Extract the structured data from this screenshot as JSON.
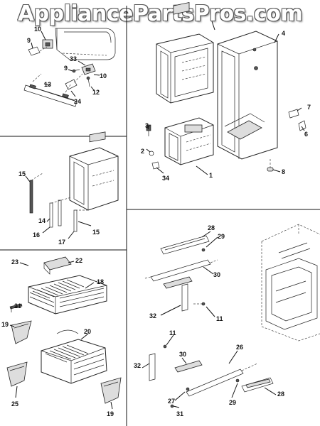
{
  "watermark": "AppliancePartsPros.com",
  "callouts": {
    "s1": [
      "10",
      "9",
      "33",
      "9",
      "10",
      "12",
      "13",
      "24"
    ],
    "s2": [
      "4",
      "3",
      "2",
      "34",
      "1",
      "7",
      "6",
      "8"
    ],
    "s3": [
      "15",
      "14",
      "16",
      "17",
      "15"
    ],
    "s4": [
      "23",
      "22",
      "18",
      "21",
      "19",
      "20",
      "25",
      "19"
    ],
    "s5": [
      "28",
      "29",
      "30",
      "32",
      "11",
      "11",
      "32",
      "30",
      "26",
      "27",
      "29",
      "28",
      "31"
    ]
  }
}
